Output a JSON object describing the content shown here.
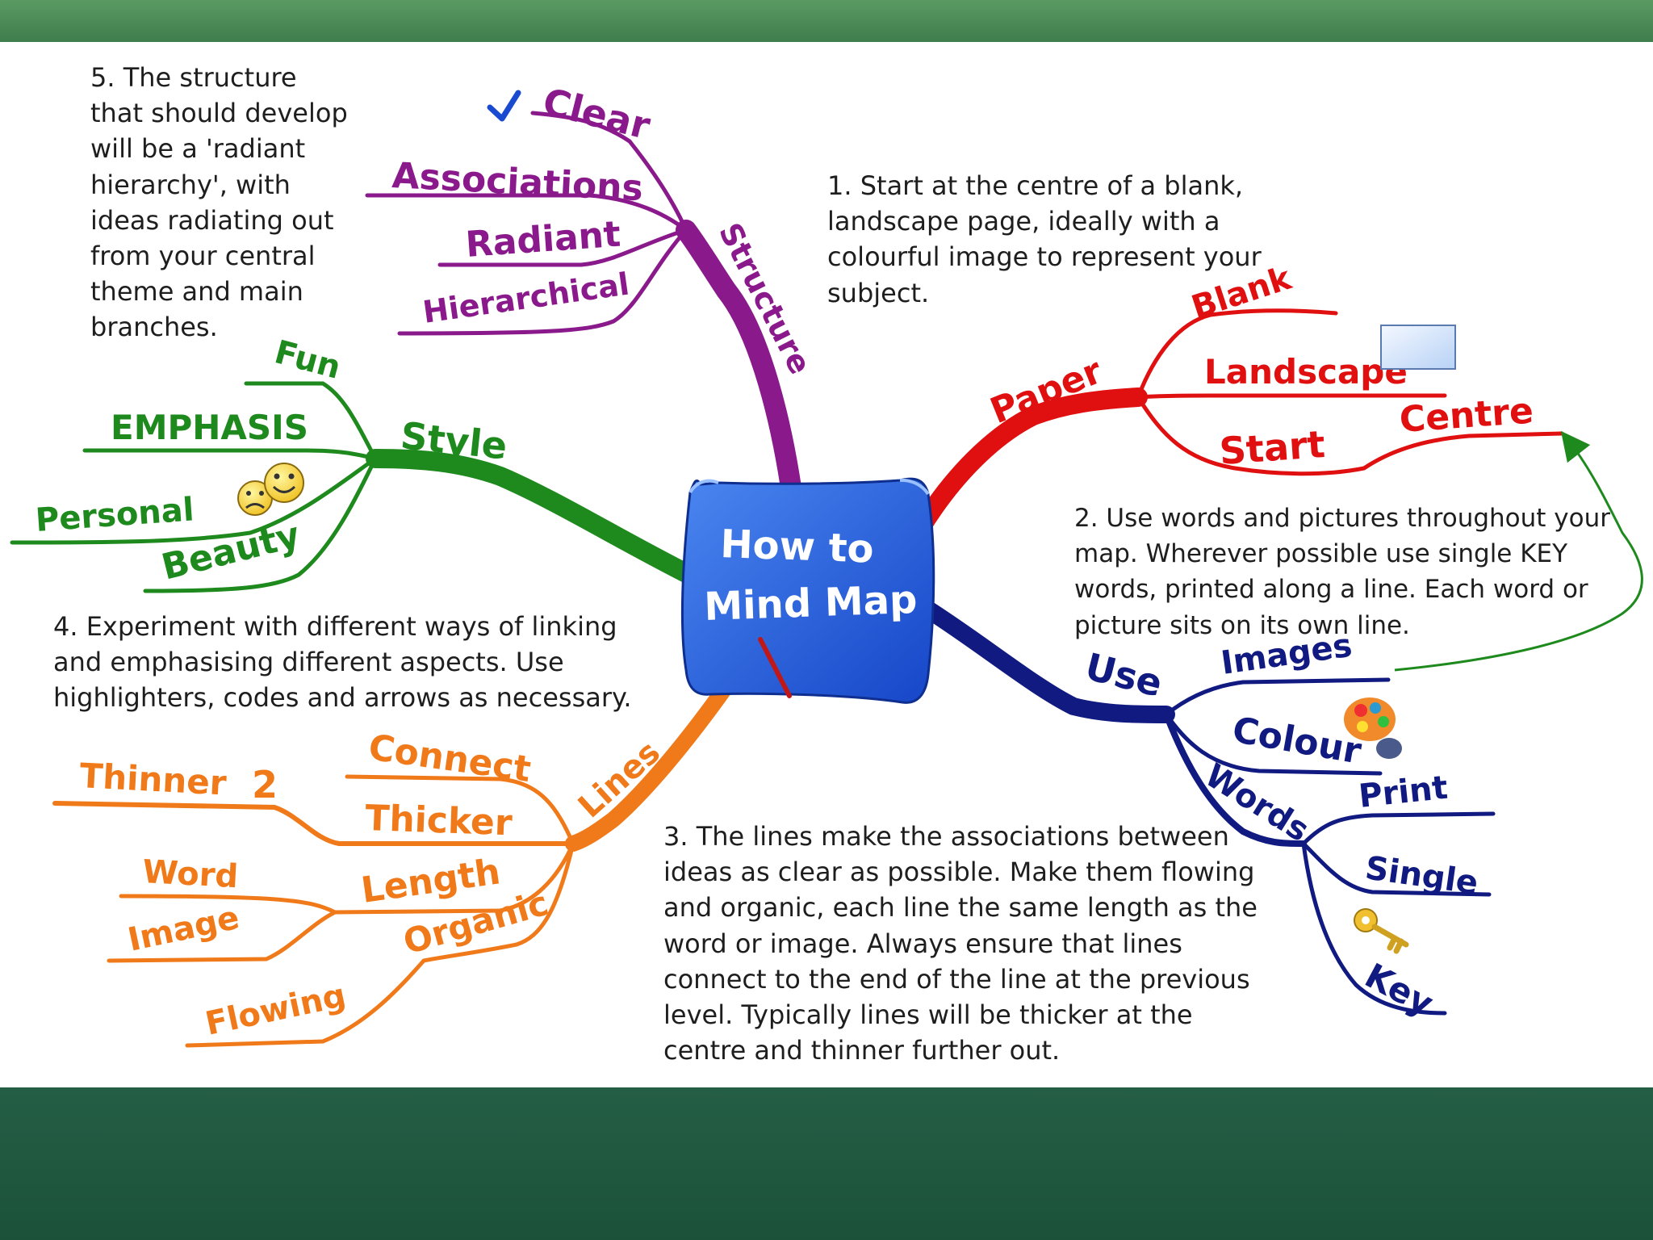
{
  "center": {
    "line1": "How to",
    "line2": "Mind Map"
  },
  "notes": {
    "n5": [
      "5. The structure",
      "that should develop",
      "will be a 'radiant",
      "hierarchy', with",
      "ideas radiating out",
      "from your central",
      "theme and main",
      "branches."
    ],
    "n1": [
      "1. Start at the centre of a blank,",
      "landscape page, ideally with a",
      "colourful image to represent your",
      "subject."
    ],
    "n2": [
      "2. Use words and pictures throughout your",
      "map. Wherever possible use single KEY",
      "words, printed along a line. Each word or",
      "picture sits on its own line."
    ],
    "n4": [
      "4. Experiment with different ways of linking",
      "and emphasising different aspects. Use",
      "highlighters, codes and arrows as necessary."
    ],
    "n3": [
      "3. The lines make the associations between",
      "ideas as clear as possible. Make them flowing",
      "and organic, each line the same length as the",
      "word or image. Always ensure that lines",
      "connect to the end of the line at the previous",
      "level. Typically lines will be thicker at the",
      "centre and thinner further out."
    ]
  },
  "branches": {
    "structure": {
      "label": "Structure",
      "color": "#8a1a8c",
      "items": [
        "Clear",
        "Associations",
        "Radiant",
        "Hierarchical"
      ]
    },
    "style": {
      "label": "Style",
      "color": "#1e8a1e",
      "items": [
        "Fun",
        "EMPHASIS",
        "Personal",
        "Beauty"
      ]
    },
    "paper": {
      "label": "Paper",
      "color": "#e01010",
      "items": [
        "Blank",
        "Landscape",
        "Start",
        "Centre"
      ]
    },
    "use": {
      "label": "Use",
      "color": "#101a80",
      "items": [
        "Images",
        "Colour",
        "Words"
      ],
      "words_items": [
        "Print",
        "Single",
        "Key"
      ]
    },
    "lines": {
      "label": "Lines",
      "color": "#f07a1a",
      "items": [
        "Connect",
        "Thicker",
        "Thinner",
        "2",
        "Length",
        "Word",
        "Image",
        "Organic",
        "Flowing"
      ]
    }
  },
  "icons": [
    "check-icon",
    "smiley-icon",
    "sad-face-icon",
    "page-icon",
    "palette-icon",
    "key-icon",
    "pencil-icon",
    "scroll-icon",
    "arrow-icon"
  ]
}
